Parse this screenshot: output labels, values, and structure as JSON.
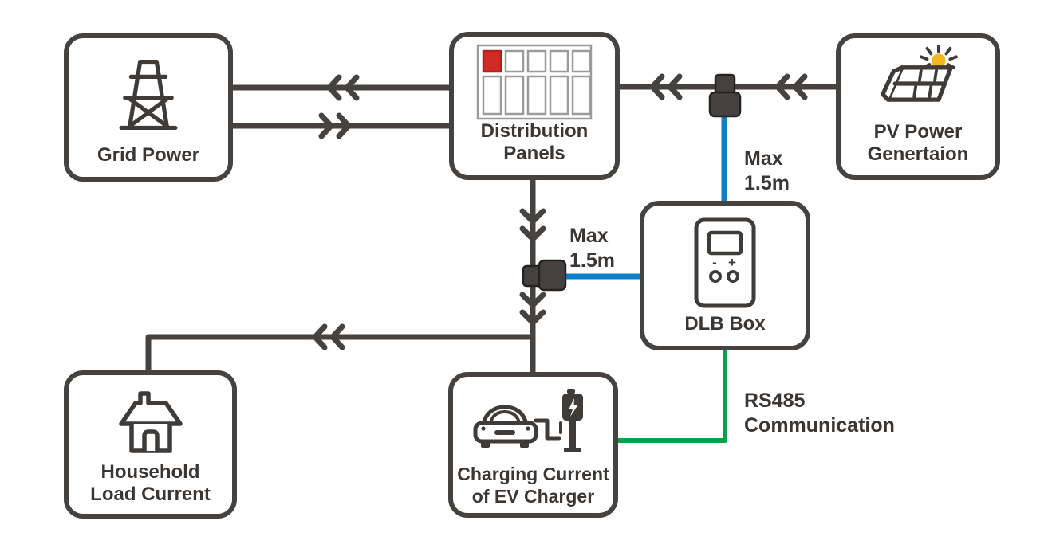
{
  "colors": {
    "line": "#46423f",
    "icon": "#3f3b38",
    "text": "#3a3633",
    "blue": "#0f80c5",
    "green": "#07a04b",
    "red": "#d22b26",
    "yellow": "#f3b71d",
    "clamp": "#454140",
    "panel_stroke": "#9b9b9b"
  },
  "nodes": {
    "grid_power": {
      "label": "Grid Power",
      "icon": "transmission-tower-icon"
    },
    "distribution_panels": {
      "label_line1": "Distribution",
      "label_line2": "Panels",
      "icon": "distribution-panel-icon"
    },
    "pv_power": {
      "label_line1": "PV Power",
      "label_line2": "Genertaion",
      "icon": "solar-panel-sun-icon"
    },
    "dlb_box": {
      "label": "DLB Box",
      "icon": "dlb-controller-icon",
      "screen_minus": "-",
      "screen_plus": "+"
    },
    "household": {
      "label_line1": "Household",
      "label_line2": "Load Current",
      "icon": "house-icon"
    },
    "ev_charger": {
      "label_line1": "Charging Current",
      "label_line2": "of EV Charger",
      "icon": "ev-car-charger-icon"
    }
  },
  "edge_labels": {
    "pv_ct": {
      "line1": "Max",
      "line2": "1.5m"
    },
    "panel_ct": {
      "line1": "Max",
      "line2": "1.5m"
    },
    "rs485": {
      "line1": "RS485",
      "line2": "Communication"
    }
  }
}
